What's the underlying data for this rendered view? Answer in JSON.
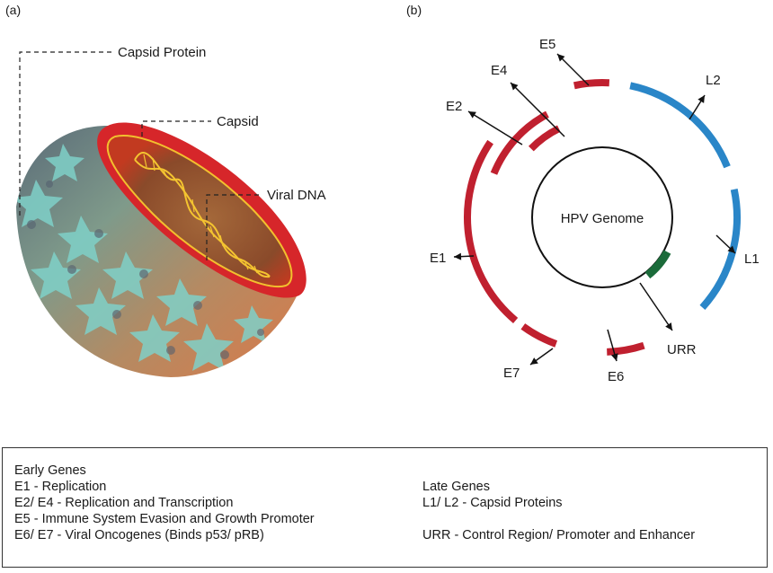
{
  "panel_a": {
    "label": "(a)",
    "callouts": {
      "capsid_protein": "Capsid Protein",
      "capsid": "Capsid",
      "viral_dna": "Viral DNA"
    }
  },
  "panel_b": {
    "label": "(b)",
    "center_label": "HPV Genome",
    "genes": {
      "e1": "E1",
      "e2": "E2",
      "e4": "E4",
      "e5": "E5",
      "e6": "E6",
      "e7": "E7",
      "l1": "L1",
      "l2": "L2",
      "urr": "URR"
    },
    "colors": {
      "early": "#c0202f",
      "late": "#2a86c8",
      "urr": "#1b6b3a"
    }
  },
  "legend": {
    "early": {
      "heading": "Early Genes",
      "items": [
        "E1 - Replication",
        "E2/ E4 - Replication and Transcription",
        "E5 - Immune System Evasion and Growth Promoter",
        "E6/ E7 - Viral Oncogenes (Binds p53/ pRB)"
      ]
    },
    "late": {
      "heading": "Late Genes",
      "items": [
        "L1/ L2 - Capsid Proteins"
      ],
      "urr": "URR - Control Region/ Promoter and Enhancer"
    }
  }
}
